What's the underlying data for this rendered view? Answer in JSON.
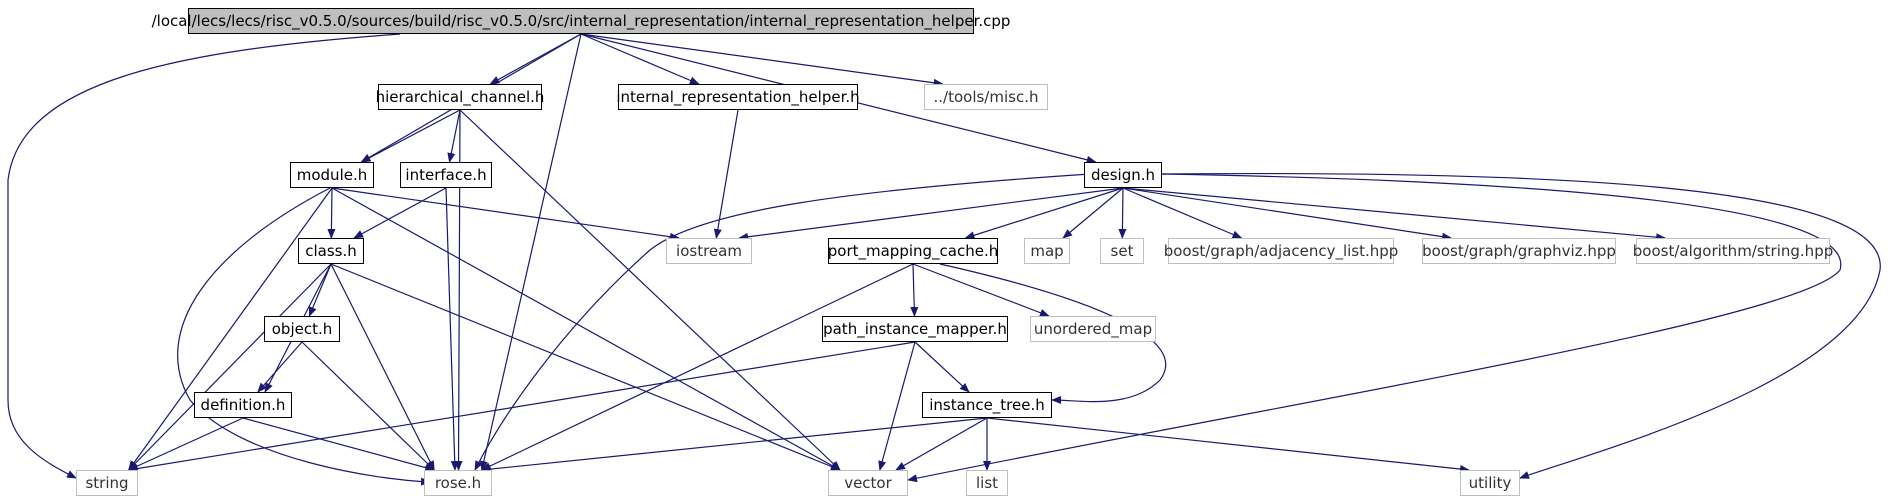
{
  "graph": {
    "edge_color": "#191970",
    "root_fill": "#bfbfbf",
    "system_border": "#bfbfbf",
    "nodes": {
      "root": {
        "label": "/local/lecs/lecs/risc_v0.5.0/sources/build/risc_v0.5.0/src/internal_representation/internal_representation_helper.cpp",
        "kind": "root"
      },
      "hier": {
        "label": "hierarchical_channel.h",
        "kind": "local"
      },
      "irh": {
        "label": "internal_representation_helper.h",
        "kind": "local"
      },
      "misc": {
        "label": "../tools/misc.h",
        "kind": "system"
      },
      "module": {
        "label": "module.h",
        "kind": "local"
      },
      "interface": {
        "label": "interface.h",
        "kind": "local"
      },
      "design": {
        "label": "design.h",
        "kind": "local"
      },
      "class": {
        "label": "class.h",
        "kind": "local"
      },
      "iostream": {
        "label": "iostream",
        "kind": "system"
      },
      "pmc": {
        "label": "port_mapping_cache.h",
        "kind": "local"
      },
      "map": {
        "label": "map",
        "kind": "system"
      },
      "set": {
        "label": "set",
        "kind": "system"
      },
      "adj": {
        "label": "boost/graph/adjacency_list.hpp",
        "kind": "system"
      },
      "gv": {
        "label": "boost/graph/graphviz.hpp",
        "kind": "system"
      },
      "alg": {
        "label": "boost/algorithm/string.hpp",
        "kind": "system"
      },
      "object": {
        "label": "object.h",
        "kind": "local"
      },
      "pim": {
        "label": "path_instance_mapper.h",
        "kind": "local"
      },
      "umap": {
        "label": "unordered_map",
        "kind": "system"
      },
      "definition": {
        "label": "definition.h",
        "kind": "local"
      },
      "itree": {
        "label": "instance_tree.h",
        "kind": "local"
      },
      "string": {
        "label": "string",
        "kind": "system"
      },
      "rose": {
        "label": "rose.h",
        "kind": "system"
      },
      "vector": {
        "label": "vector",
        "kind": "system"
      },
      "list": {
        "label": "list",
        "kind": "system"
      },
      "utility": {
        "label": "utility",
        "kind": "system"
      }
    },
    "edges": [
      [
        "root",
        "string"
      ],
      [
        "root",
        "module"
      ],
      [
        "root",
        "hier"
      ],
      [
        "root",
        "rose"
      ],
      [
        "root",
        "irh"
      ],
      [
        "root",
        "misc"
      ],
      [
        "root",
        "design"
      ],
      [
        "hier",
        "module"
      ],
      [
        "hier",
        "interface"
      ],
      [
        "hier",
        "rose"
      ],
      [
        "hier",
        "vector"
      ],
      [
        "irh",
        "iostream"
      ],
      [
        "module",
        "class"
      ],
      [
        "module",
        "string"
      ],
      [
        "module",
        "rose"
      ],
      [
        "module",
        "iostream"
      ],
      [
        "module",
        "vector"
      ],
      [
        "interface",
        "class"
      ],
      [
        "interface",
        "rose"
      ],
      [
        "design",
        "iostream"
      ],
      [
        "design",
        "rose"
      ],
      [
        "design",
        "pmc"
      ],
      [
        "design",
        "map"
      ],
      [
        "design",
        "set"
      ],
      [
        "design",
        "adj"
      ],
      [
        "design",
        "gv"
      ],
      [
        "design",
        "alg"
      ],
      [
        "design",
        "vector"
      ],
      [
        "design",
        "utility"
      ],
      [
        "class",
        "object"
      ],
      [
        "class",
        "definition"
      ],
      [
        "class",
        "string"
      ],
      [
        "class",
        "rose"
      ],
      [
        "class",
        "vector"
      ],
      [
        "object",
        "definition"
      ],
      [
        "object",
        "rose"
      ],
      [
        "definition",
        "string"
      ],
      [
        "definition",
        "rose"
      ],
      [
        "pmc",
        "pim"
      ],
      [
        "pmc",
        "umap"
      ],
      [
        "pmc",
        "itree"
      ],
      [
        "pmc",
        "rose"
      ],
      [
        "pim",
        "itree"
      ],
      [
        "pim",
        "vector"
      ],
      [
        "pim",
        "string"
      ],
      [
        "itree",
        "rose"
      ],
      [
        "itree",
        "vector"
      ],
      [
        "itree",
        "list"
      ],
      [
        "itree",
        "utility"
      ]
    ]
  }
}
